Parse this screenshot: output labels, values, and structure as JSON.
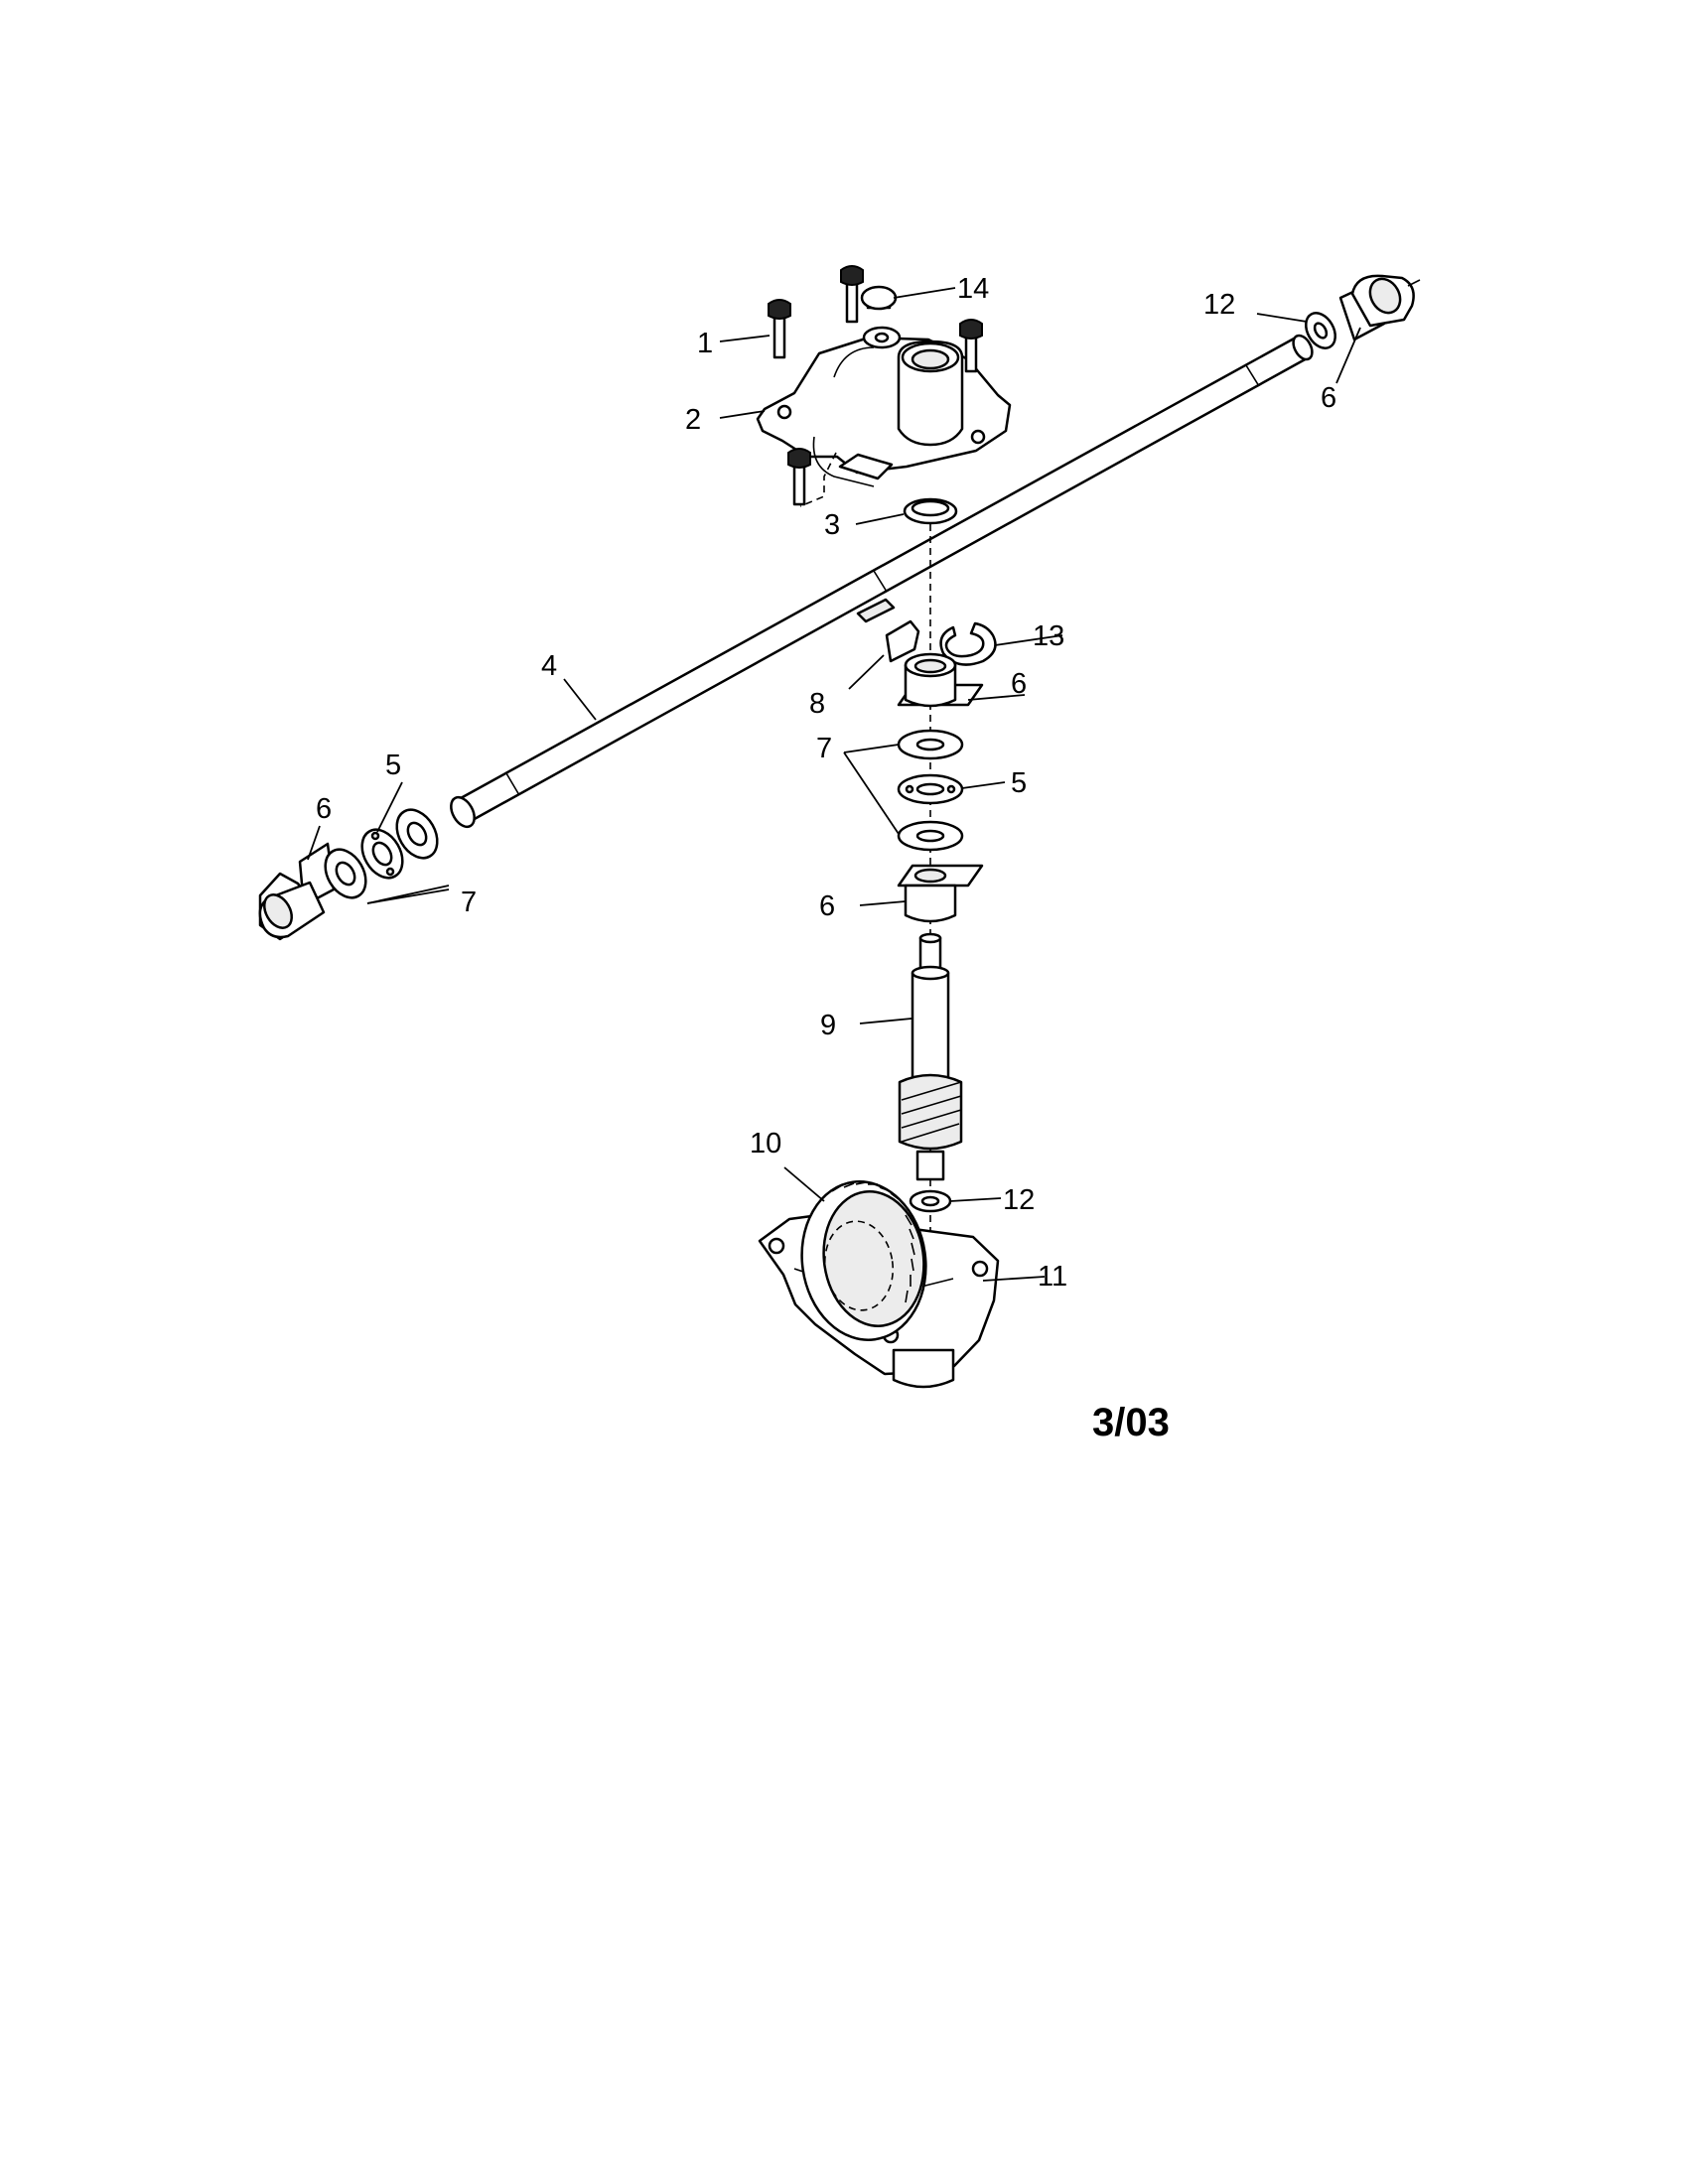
{
  "callouts": {
    "c1": "1",
    "c2": "2",
    "c3": "3",
    "c4": "4",
    "c5a": "5",
    "c5b": "5",
    "c6a": "6",
    "c6b": "6",
    "c6c": "6",
    "c6d": "6",
    "c7a": "7",
    "c7b": "7",
    "c8": "8",
    "c9": "9",
    "c10": "10",
    "c11": "11",
    "c12a": "12",
    "c12b": "12",
    "c13": "13",
    "c14": "14"
  },
  "date_code": "3/03"
}
